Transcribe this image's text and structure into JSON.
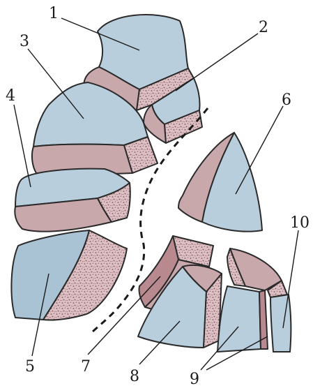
{
  "figure": {
    "labels": [
      {
        "id": "1",
        "text": "1"
      },
      {
        "id": "2",
        "text": "2"
      },
      {
        "id": "3",
        "text": "3"
      },
      {
        "id": "4",
        "text": "4"
      },
      {
        "id": "5",
        "text": "5"
      },
      {
        "id": "6",
        "text": "6"
      },
      {
        "id": "7",
        "text": "7"
      },
      {
        "id": "8",
        "text": "8"
      },
      {
        "id": "9",
        "text": "9"
      },
      {
        "id": "10",
        "text": "10"
      }
    ],
    "colors": {
      "surface_blue": "#b8cedd",
      "side_pink": "#c9a8ac",
      "cut_speckled": "#d8bcbf",
      "speckle_dots": "#7a4a52",
      "outline": "#2a2a2a"
    }
  }
}
